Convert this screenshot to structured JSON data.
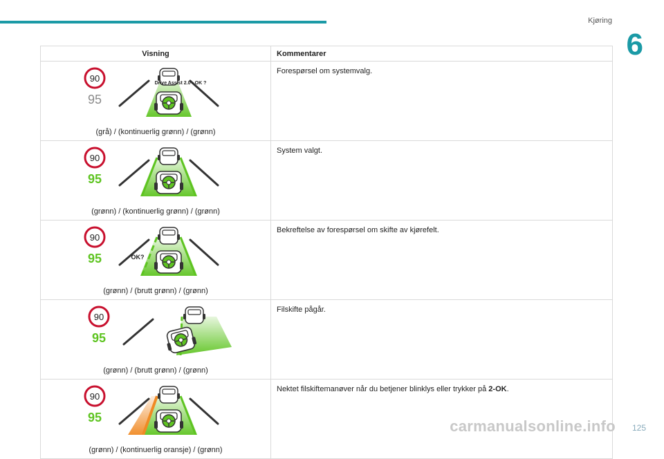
{
  "header": {
    "chapter_title": "Kjøring",
    "chapter_number": "6"
  },
  "table": {
    "col_visning": "Visning",
    "col_kommentarer": "Kommentarer",
    "rows": [
      {
        "sign_top": "90",
        "sign_bottom": "95",
        "lane_label": "Drive Assist 2.0 - OK ?",
        "caption": "(grå) / (kontinuerlig grønn) / (grønn)",
        "comment": "Forespørsel om systemvalg.",
        "comment_bold": "",
        "comment_end": ""
      },
      {
        "sign_top": "90",
        "sign_bottom": "95",
        "lane_label": "",
        "caption": "(grønn) / (kontinuerlig grønn) / (grønn)",
        "comment": "System valgt.",
        "comment_bold": "",
        "comment_end": ""
      },
      {
        "sign_top": "90",
        "sign_bottom": "95",
        "lane_label": "OK?",
        "caption": "(grønn) / (brutt grønn) / (grønn)",
        "comment": "Bekreftelse av forespørsel om skifte av kjørefelt.",
        "comment_bold": "",
        "comment_end": ""
      },
      {
        "sign_top": "90",
        "sign_bottom": "95",
        "lane_label": "",
        "caption": "(grønn) / (brutt grønn) / (grønn)",
        "comment": "Filskifte pågår.",
        "comment_bold": "",
        "comment_end": ""
      },
      {
        "sign_top": "90",
        "sign_bottom": "95",
        "lane_label": "",
        "caption": "(grønn) / (kontinuerlig oransje) / (grønn)",
        "comment": "Nektet filskiftemanøver når du betjener blinklys eller trykker på ",
        "comment_bold": "2-OK",
        "comment_end": "."
      }
    ]
  },
  "colors": {
    "accent": "#1b9aa6",
    "green": "#5ec421",
    "gray_speed": "#8a8a8a",
    "red_ring": "#c8102e",
    "orange": "#f08a24"
  },
  "footer": {
    "page_number": "125",
    "watermark": "carmanualsonline.info"
  }
}
